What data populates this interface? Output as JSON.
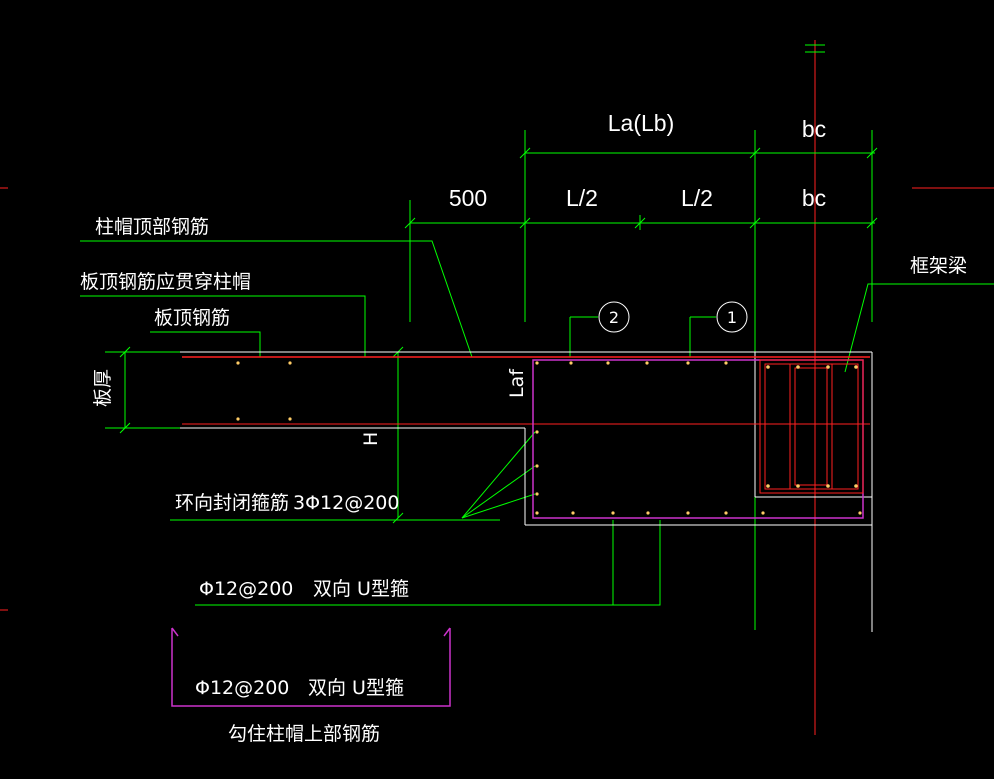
{
  "dimensions": {
    "la_lb": "La(Lb)",
    "bc_top": "bc",
    "bc_mid": "bc",
    "d500": "500",
    "l2_left": "L/2",
    "l2_right": "L/2"
  },
  "labels": {
    "cap_top_rebar": "柱帽顶部钢筋",
    "slab_top_through": "板顶钢筋应贯穿柱帽",
    "slab_top_rebar": "板顶钢筋",
    "slab_thickness": "板厚",
    "laf": "Laf",
    "h": "H",
    "frame_beam": "框架梁",
    "ring_stirrup_name": "环向封闭箍筋",
    "ring_stirrup_spec": "3Φ12@200",
    "u_stirrup_spec": "Φ12@200",
    "u_stirrup_name": "双向 U型箍",
    "detail_spec": "Φ12@200",
    "detail_name": "双向 U型箍",
    "detail_caption": "勾住柱帽上部钢筋"
  },
  "markers": {
    "m1": "1",
    "m2": "2"
  },
  "colors": {
    "background": "#000000",
    "dimension_line": "#00ff00",
    "outline": "#ffffff",
    "rebar_red": "#ff2020",
    "stirrup_magenta": "#cc33cc",
    "rebar_dot": "#ffcc66"
  }
}
